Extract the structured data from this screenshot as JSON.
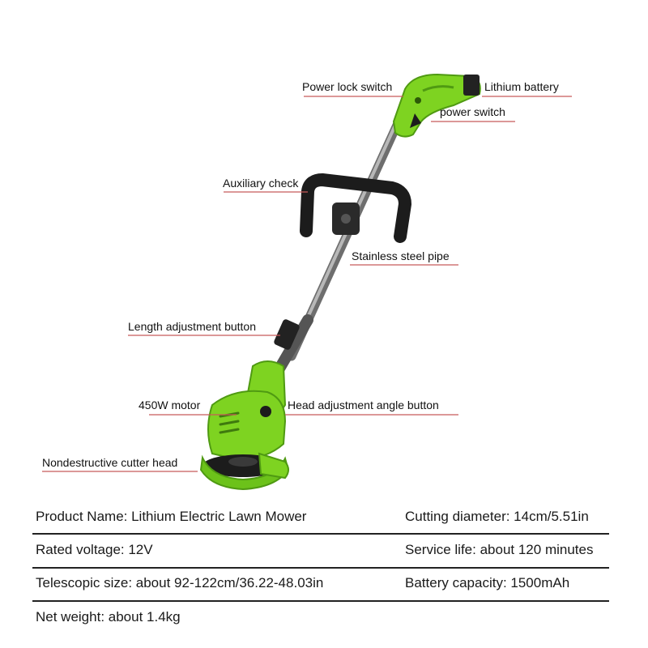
{
  "callouts": {
    "power_lock_switch": "Power lock switch",
    "lithium_battery": "Lithium battery",
    "power_switch": "power switch",
    "auxiliary_check": "Auxiliary check",
    "stainless_steel_pipe": "Stainless steel pipe",
    "length_adjustment_button": "Length adjustment button",
    "motor": "450W motor",
    "head_adjustment_angle_button": "Head adjustment angle button",
    "cutter_head": "Nondestructive cutter head"
  },
  "specs": [
    {
      "left": "Product Name: Lithium Electric Lawn Mower",
      "right": "Cutting diameter: 14cm/5.51in"
    },
    {
      "left": "Rated voltage: 12V",
      "right": "Service life: about 120 minutes"
    },
    {
      "left": "Telescopic size: about 92-122cm/36.22-48.03in",
      "right": "Battery capacity: 1500mAh"
    },
    {
      "left": "Net weight: about 1.4kg",
      "right": ""
    }
  ],
  "colors": {
    "body_green": "#7ed321",
    "dark_green": "#4f9a12",
    "callout_line": "#c85a5a",
    "handle_black": "#1c1c1c",
    "pipe_gray": "#8a8a8a"
  }
}
